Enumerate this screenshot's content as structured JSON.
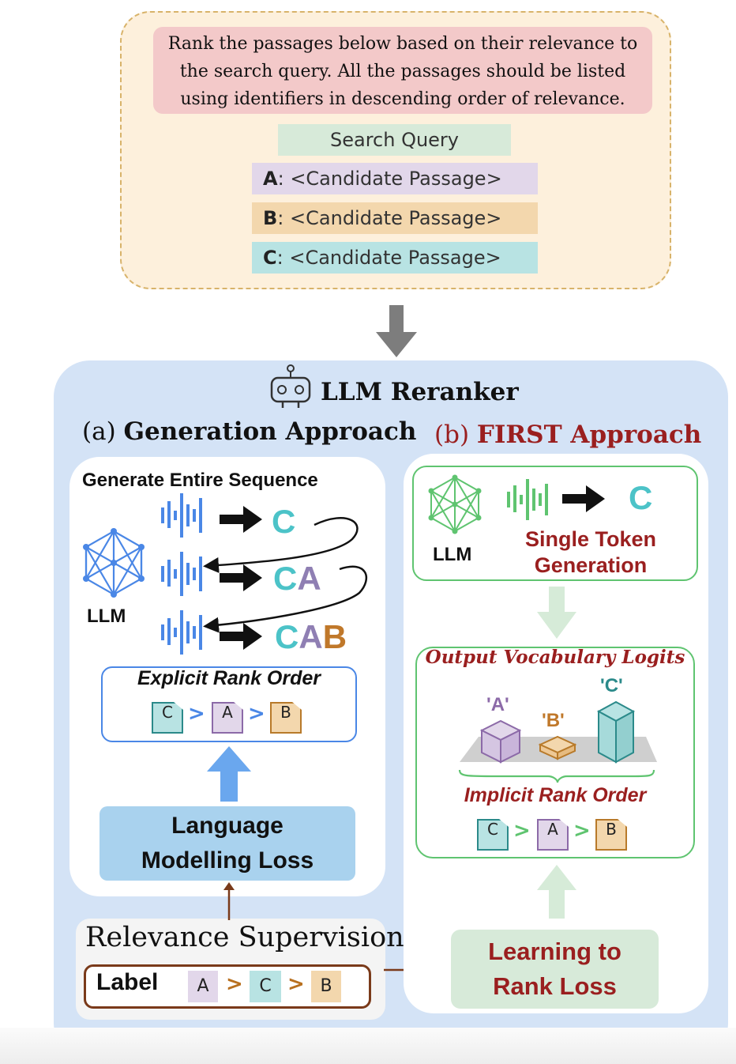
{
  "prompt": {
    "instruction_lines": [
      "Rank the passages below based on their relevance to",
      "the search query. All the passages should be listed",
      "using identifiers in descending order of relevance."
    ],
    "query": "Search Query",
    "passages": [
      {
        "id": "A",
        "sep": ":",
        "text": "<Candidate Passage>"
      },
      {
        "id": "B",
        "sep": ":",
        "text": "<Candidate Passage>"
      },
      {
        "id": "C",
        "sep": ":",
        "text": "<Candidate Passage>"
      }
    ]
  },
  "reranker": {
    "title": "LLM Reranker",
    "icon": "robot-icon"
  },
  "generation": {
    "heading_prefix": "(a)",
    "heading": "Generation Approach",
    "subtitle": "Generate Entire Sequence",
    "llm_label": "LLM",
    "outputs": [
      [
        {
          "ch": "C",
          "color": "#4cc3c8"
        }
      ],
      [
        {
          "ch": "C",
          "color": "#4cc3c8"
        },
        {
          "ch": "A",
          "color": "#8f7fb3"
        }
      ],
      [
        {
          "ch": "C",
          "color": "#4cc3c8"
        },
        {
          "ch": "A",
          "color": "#8f7fb3"
        },
        {
          "ch": "B",
          "color": "#c0782a"
        }
      ]
    ],
    "rank_title": "Explicit Rank Order",
    "rank_order": [
      "C",
      "A",
      "B"
    ],
    "loss_line1": "Language",
    "loss_line2": "Modelling Loss"
  },
  "first": {
    "heading_prefix": "(b)",
    "heading": "FIRST Approach",
    "llm_label": "LLM",
    "output": "C",
    "gen_line1": "Single Token",
    "gen_line2": "Generation",
    "logits_title": "Output Vocabulary Logits",
    "bar_labels": {
      "a": "'A'",
      "b": "'B'",
      "c": "'C'"
    },
    "rank_title": "Implicit Rank Order",
    "rank_order": [
      "C",
      "A",
      "B"
    ],
    "loss_line1": "Learning to",
    "loss_line2": "Rank Loss"
  },
  "supervision": {
    "title": "Relevance Supervision",
    "label": "Label",
    "order": [
      "A",
      "C",
      "B"
    ]
  },
  "colors": {
    "passage_a": "#e2d7ea",
    "passage_b": "#f3d7ad",
    "passage_c": "#b8e3e3",
    "first_red": "#9a1f1f",
    "gen_blue": "#4a87e6",
    "first_green": "#5fc470"
  }
}
